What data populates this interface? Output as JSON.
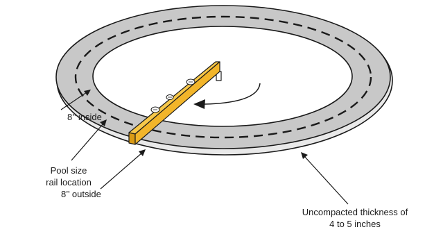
{
  "labels": {
    "inside": "8’’ inside",
    "pool_line1": "Pool size",
    "pool_line2": "rail location",
    "outside": "8’’ outside",
    "thickness_line1": "Uncompacted thickness of",
    "thickness_line2": "4 to 5 inches"
  },
  "colors": {
    "ring_fill": "#c8c8c8",
    "outline": "#1a1a1a",
    "level_fill": "#f2b52a",
    "background": "#ffffff"
  }
}
